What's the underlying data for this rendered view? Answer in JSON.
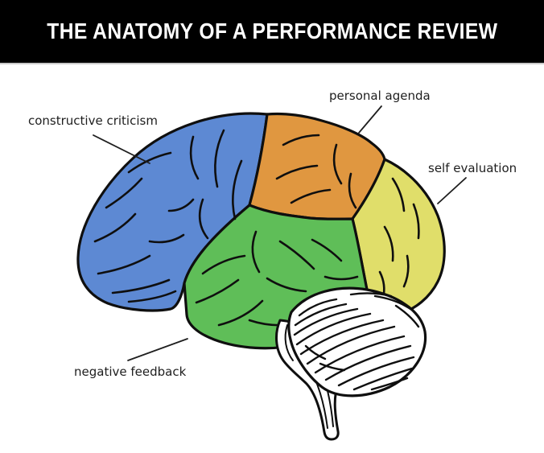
{
  "header": {
    "title": "THE ANATOMY OF A PERFORMANCE REVIEW",
    "bg_color": "#000000",
    "text_color": "#ffffff",
    "divider_color": "#c9c9c9"
  },
  "diagram": {
    "subject": "lateral view of human brain with colored lobes",
    "outline_color": "#0f0f0f",
    "label_text_color": "#1e1e1e",
    "cerebellum_color": "#ffffff",
    "regions": [
      {
        "id": "frontal-lobe",
        "label": "constructive criticism",
        "color": "#5d89d3"
      },
      {
        "id": "parietal-lobe",
        "label": "personal agenda",
        "color": "#e09740"
      },
      {
        "id": "occipital-lobe",
        "label": "self evaluation",
        "color": "#e0de6a"
      },
      {
        "id": "temporal-lobe",
        "label": "negative feedback",
        "color": "#5fbe58"
      }
    ]
  }
}
